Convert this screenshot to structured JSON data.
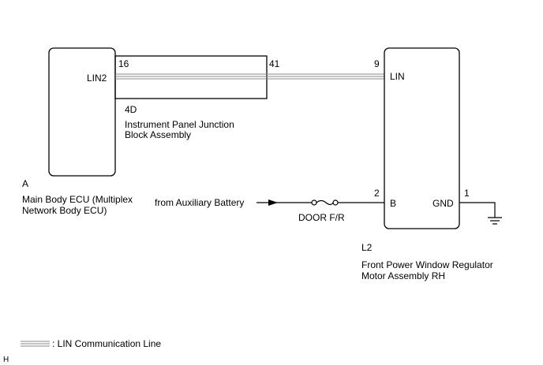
{
  "components": {
    "main_ecu": {
      "connector": "A",
      "name_line1": "Main Body ECU (Multiplex",
      "name_line2": "Network Body ECU)",
      "pin_label": "LIN2",
      "pin_number": "16"
    },
    "junction_block": {
      "connector": "4D",
      "name_line1": "Instrument Panel Junction",
      "name_line2": "Block Assembly",
      "pin_number": "41"
    },
    "window_motor": {
      "connector": "L2",
      "name_line1": "Front Power Window Regulator",
      "name_line2": "Motor Assembly RH",
      "pin_lin_label": "LIN",
      "pin_lin_number": "9",
      "pin_b_label": "B",
      "pin_b_number": "2",
      "pin_gnd_label": "GND",
      "pin_gnd_number": "1"
    }
  },
  "power_source": "from Auxiliary Battery",
  "fuse": "DOOR F/R",
  "legend": {
    "lin_line": ": LIN Communication Line"
  },
  "footer_mark": "H"
}
